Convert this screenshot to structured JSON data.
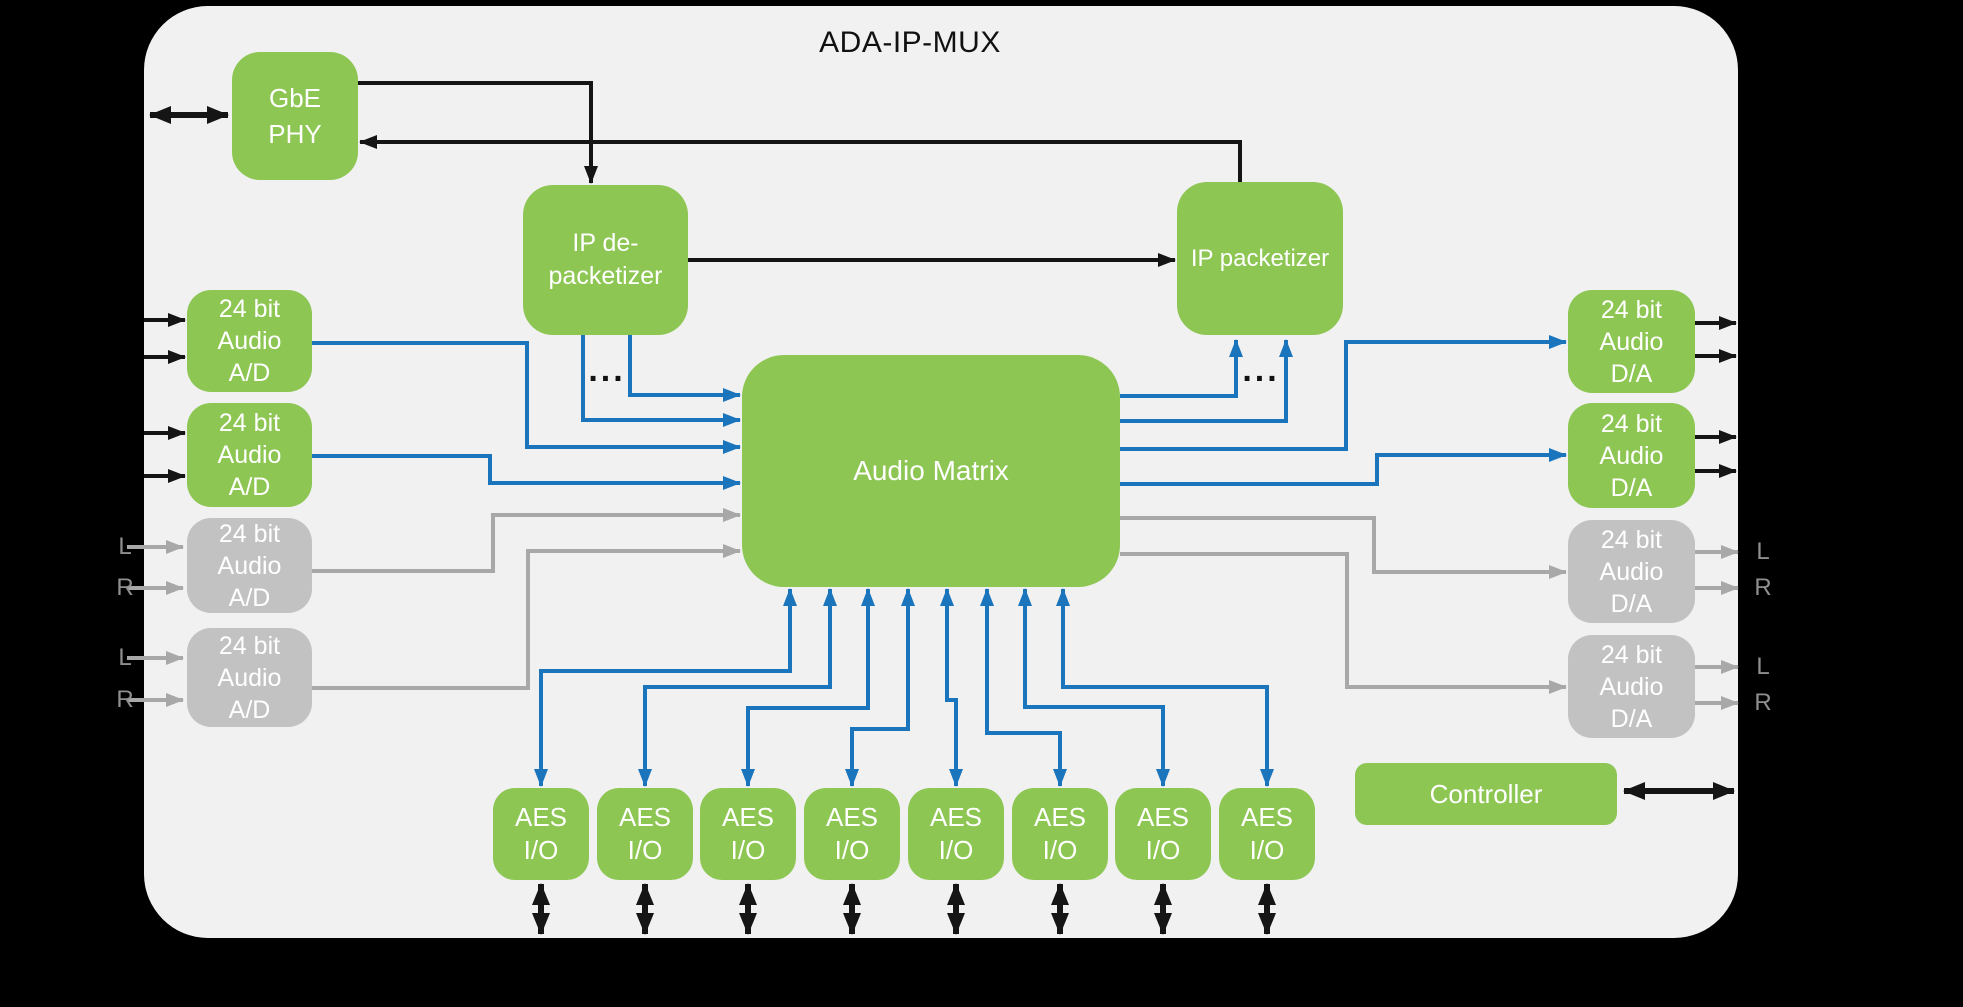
{
  "title": "ADA-IP-MUX",
  "colors": {
    "green": "#8dc653",
    "grayblk": "#c2c2c2",
    "blue": "#1b75bc",
    "grayline": "#a8a8a8",
    "black": "#151515",
    "panel": "#f1f1f2",
    "page": "#000000",
    "white": "#ffffff",
    "lr": "#8f8f8f"
  },
  "blocks": {
    "gbe_phy": {
      "lines": [
        "GbE",
        "PHY"
      ]
    },
    "ip_depacketizer": {
      "lines": [
        "IP de-",
        "packetizer"
      ]
    },
    "ip_packetizer": {
      "label": "IP packetizer"
    },
    "audio_matrix": {
      "label": "Audio Matrix"
    },
    "adc": {
      "lines": [
        "24 bit",
        "Audio",
        "A/D"
      ]
    },
    "dac": {
      "lines": [
        "24 bit",
        "Audio",
        "D/A"
      ]
    },
    "aes": {
      "lines": [
        "AES",
        "I/O"
      ]
    },
    "controller": {
      "label": "Controller"
    }
  },
  "labels": {
    "left_channel": "L",
    "right_channel": "R",
    "ellipsis": "..."
  }
}
